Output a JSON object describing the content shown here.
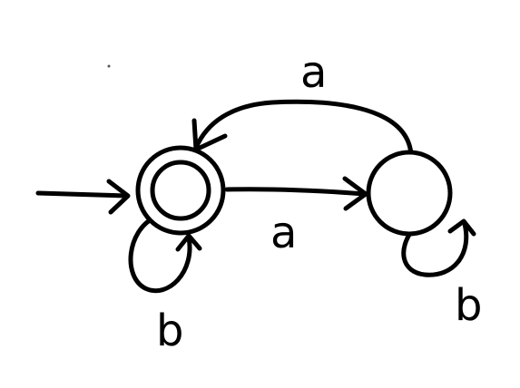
{
  "automaton": {
    "states": [
      {
        "id": "q0",
        "accepting": true,
        "initial": true
      },
      {
        "id": "q1",
        "accepting": false,
        "initial": false
      }
    ],
    "transitions": [
      {
        "from": "q0",
        "to": "q1",
        "symbol": "a"
      },
      {
        "from": "q1",
        "to": "q0",
        "symbol": "a"
      },
      {
        "from": "q0",
        "to": "q0",
        "symbol": "b"
      },
      {
        "from": "q1",
        "to": "q1",
        "symbol": "b"
      }
    ]
  },
  "labels": {
    "q0_to_q1": "a",
    "q1_to_q0": "a",
    "q0_loop": "b",
    "q1_loop": "b"
  },
  "colors": {
    "ink": "#000000",
    "background": "#ffffff"
  }
}
